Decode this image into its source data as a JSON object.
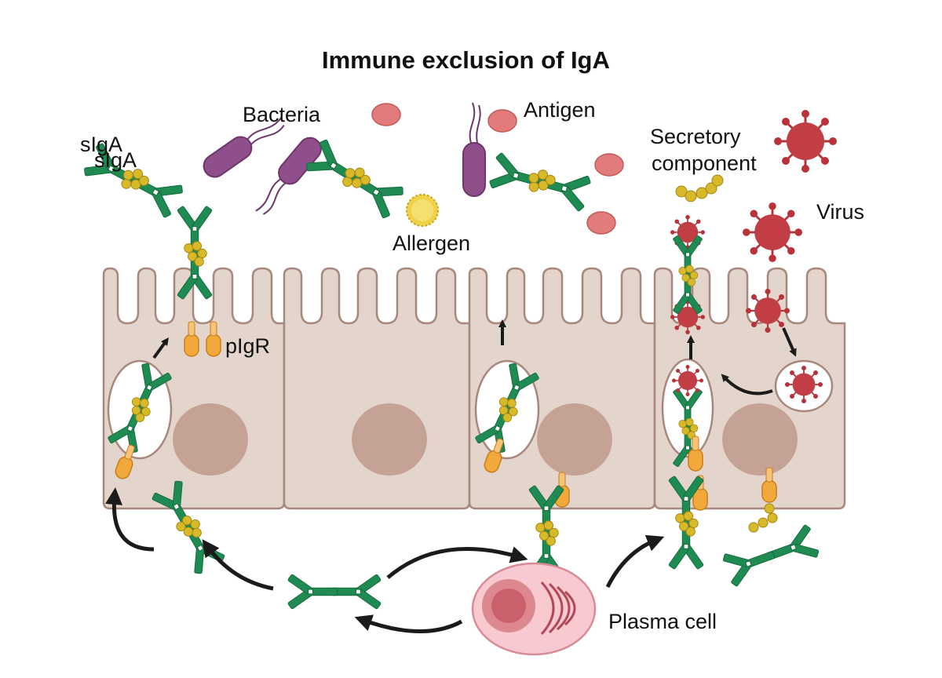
{
  "title": "Immune exclusion of IgA",
  "labels": {
    "sIgA_1": "sIgA",
    "sIgA_2": "sIgA",
    "bacteria": "Bacteria",
    "antigen": "Antigen",
    "secretory_line1": "Secretory",
    "secretory_line2": "component",
    "virus": "Virus",
    "allergen": "Allergen",
    "pIgR": "pIgR",
    "plasma_cell": "Plasma cell"
  },
  "colors": {
    "cell_fill": "#e3d4cc",
    "cell_stroke": "#a8887c",
    "nucleus": "#c4a396",
    "antibody": "#1f8a52",
    "antibody_dark": "#136c3d",
    "j_chain": "#d8b92a",
    "receptor": "#f2a93b",
    "bacteria": "#8e4f8a",
    "antigen": "#e27b7b",
    "virus": "#b8323a",
    "allergen": "#f0d24a",
    "plasma_cell": "#f8c9cf",
    "arrow": "#1b1b1b"
  }
}
